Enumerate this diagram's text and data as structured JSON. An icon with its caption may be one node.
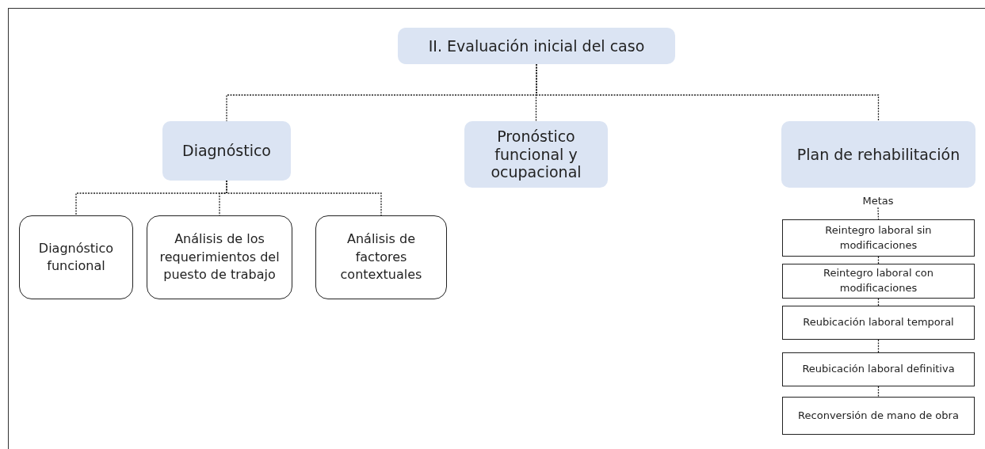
{
  "diagram": {
    "nodes": [
      {
        "text": [
          "II. Evaluación inicial del caso"
        ]
      },
      {
        "text": [
          "Diagnóstico"
        ]
      },
      {
        "text": [
          "Pronóstico funcional y ocupacional"
        ]
      },
      {
        "text": [
          "Plan de rehabilitación"
        ]
      },
      {
        "text": [
          "Diagnóstico funcional"
        ]
      },
      {
        "text": [
          "Análisis de los requerimientos del puesto de trabajo"
        ]
      },
      {
        "text": [
          "Análisis de factores contextuales"
        ]
      },
      {
        "text": [
          "Metas"
        ]
      },
      {
        "text": [
          "Reintegro laboral sin modificaciones"
        ]
      },
      {
        "text": [
          "Reintegro laboral con modificaciones"
        ]
      },
      {
        "text": [
          "Reubicación laboral temporal"
        ]
      },
      {
        "text": [
          "Reubicación laboral definitiva"
        ]
      },
      {
        "text": [
          "Reconversión de mano de obra"
        ]
      }
    ],
    "edges": [
      {
        "from": 0,
        "to": 1,
        "arrow": "none",
        "style": "dashed"
      },
      {
        "from": 0,
        "to": 2,
        "arrow": "none",
        "style": "dashed"
      },
      {
        "from": 0,
        "to": 3,
        "arrow": "none",
        "style": "dashed"
      },
      {
        "from": 1,
        "to": 4,
        "arrow": "none",
        "style": "dashed"
      },
      {
        "from": 1,
        "to": 5,
        "arrow": "none",
        "style": "dashed"
      },
      {
        "from": 1,
        "to": 6,
        "arrow": "none",
        "style": "dashed"
      },
      {
        "from": 7,
        "to": 8,
        "arrow": "none",
        "style": "dashed"
      },
      {
        "from": 8,
        "to": 9,
        "arrow": "none",
        "style": "dashed"
      },
      {
        "from": 9,
        "to": 10,
        "arrow": "none",
        "style": "dashed"
      },
      {
        "from": 10,
        "to": 11,
        "arrow": "none",
        "style": "dashed"
      },
      {
        "from": 11,
        "to": 12,
        "arrow": "none",
        "style": "dashed"
      }
    ]
  }
}
